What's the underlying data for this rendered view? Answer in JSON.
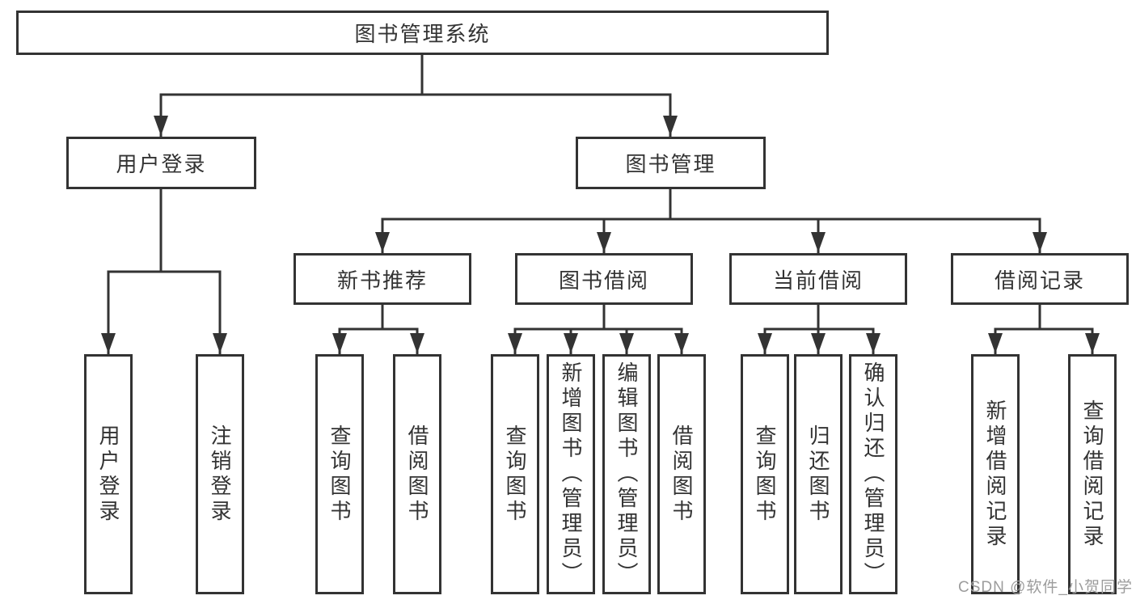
{
  "tree": {
    "root": "图书管理系统",
    "branches": [
      {
        "label": "用户登录",
        "children": [
          "用户登录",
          "注销登录"
        ]
      },
      {
        "label": "图书管理",
        "sections": [
          {
            "label": "新书推荐",
            "children": [
              "查询图书",
              "借阅图书"
            ]
          },
          {
            "label": "图书借阅",
            "children": [
              "查询图书",
              "新增图书（管理员）",
              "编辑图书（管理员）",
              "借阅图书"
            ]
          },
          {
            "label": "当前借阅",
            "children": [
              "查询图书",
              "归还图书",
              "确认归还（管理员）"
            ]
          },
          {
            "label": "借阅记录",
            "children": [
              "新增借阅记录",
              "查询借阅记录"
            ]
          }
        ]
      }
    ]
  },
  "watermark": "CSDN @软件_小贺同学",
  "colors": {
    "line": "#333333",
    "text": "#333333",
    "box_fill": "#ffffff",
    "watermark": "#9c9c9c",
    "background": "#ffffff"
  }
}
